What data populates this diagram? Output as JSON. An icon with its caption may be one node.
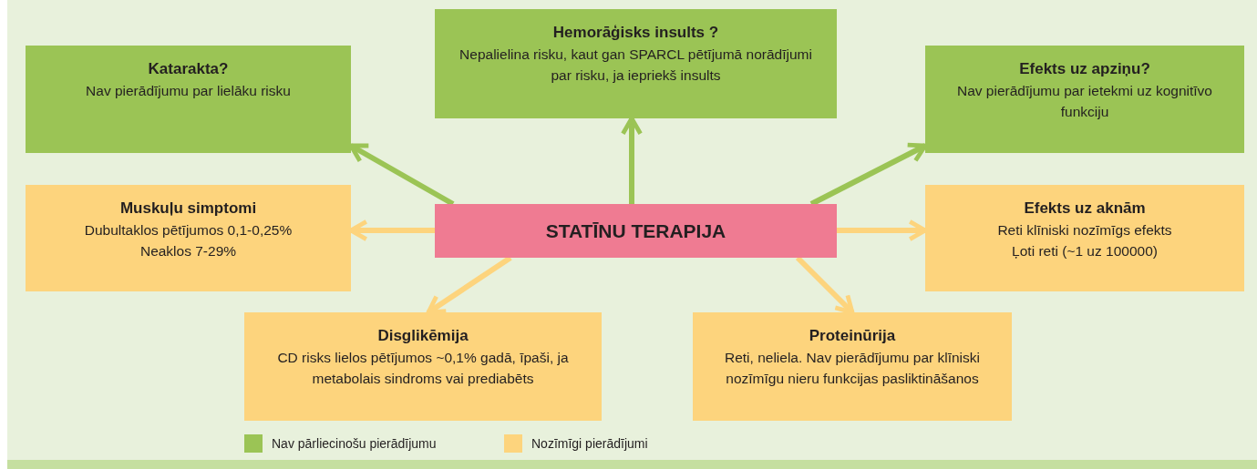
{
  "diagram": {
    "nodes": [
      {
        "text": [
          "Hemorāģisks insults ?",
          "Nepalielina risku, kaut gan SPARCL pētījumā norādījumi par risku, ja iepriekš insults"
        ]
      },
      {
        "text": [
          "Katarakta?",
          "Nav pierādījumu par lielāku risku"
        ]
      },
      {
        "text": [
          "Efekts uz apziņu?",
          "Nav pierādījumu par ietekmi uz kognitīvo funkciju"
        ]
      },
      {
        "text": [
          "Muskuļu simptomi",
          "Dubultaklos pētījumos 0,1-0,25%",
          "Neaklos 7-29%"
        ]
      },
      {
        "text": [
          "STATĪNU TERAPIJA"
        ]
      },
      {
        "text": [
          "Efekts uz aknām",
          "Reti klīniski nozīmīgs efekts",
          "Ļoti reti (~1 uz 100000)"
        ]
      },
      {
        "text": [
          "Disglikēmija",
          "CD risks lielos pētījumos ~0,1% gadā, īpaši, ja metabolais sindroms vai prediabēts"
        ]
      },
      {
        "text": [
          "Proteinūrija",
          "Reti, neliela. Nav pierādījumu par klīniski nozīmīgu nieru funkcijas pasliktināšanos"
        ]
      }
    ],
    "edges": [
      {
        "from": 4,
        "to": 1,
        "arrow": "to",
        "color": "#9bc455"
      },
      {
        "from": 4,
        "to": 0,
        "arrow": "to",
        "color": "#9bc455"
      },
      {
        "from": 4,
        "to": 2,
        "arrow": "to",
        "color": "#9bc455"
      },
      {
        "from": 4,
        "to": 3,
        "arrow": "to"
      },
      {
        "from": 4,
        "to": 5,
        "arrow": "to"
      },
      {
        "from": 4,
        "to": 6,
        "arrow": "to"
      },
      {
        "from": 4,
        "to": 7,
        "arrow": "to"
      }
    ],
    "legend": [
      {
        "text": "Nav pārliecinošu pierādījumu",
        "color": "#9bc455"
      },
      {
        "text": "Nozīmīgi pierādījumi",
        "color": "#fdd47d"
      }
    ]
  }
}
